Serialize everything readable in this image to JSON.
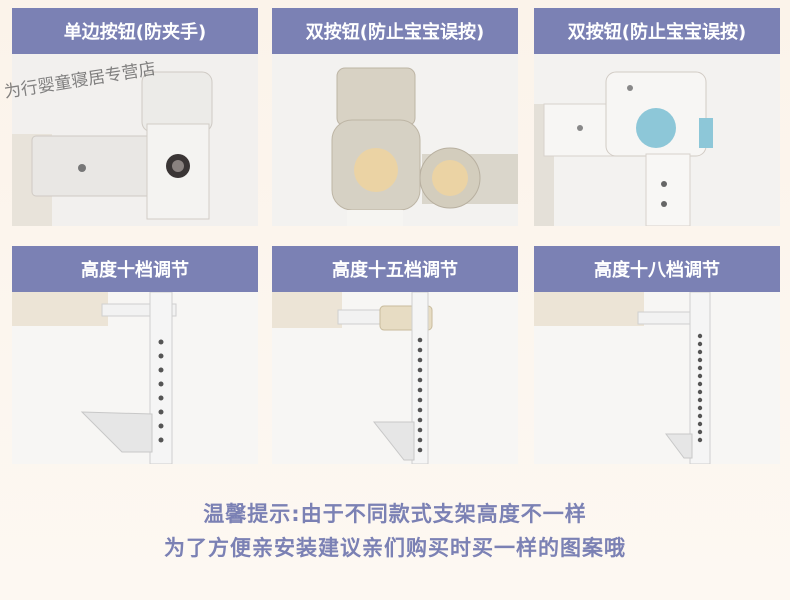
{
  "top_row": [
    {
      "label": "单边按钮(防夹手)"
    },
    {
      "label": "双按钮(防止宝宝误按)"
    },
    {
      "label": "双按钮(防止宝宝误按)"
    }
  ],
  "bottom_row": [
    {
      "label": "高度十档调节"
    },
    {
      "label": "高度十五档调节"
    },
    {
      "label": "高度十八档调节"
    }
  ],
  "tip": {
    "line1": "温馨提示:由于不同款式支架高度不一样",
    "line2": "为了方便亲安装建议亲们购买时买一样的图案哦"
  },
  "watermark": "为行婴童寝居专营店",
  "colors": {
    "label_bg": "#7b81b4",
    "tip_text": "#7b81b4",
    "background": "#fbf3ea"
  }
}
